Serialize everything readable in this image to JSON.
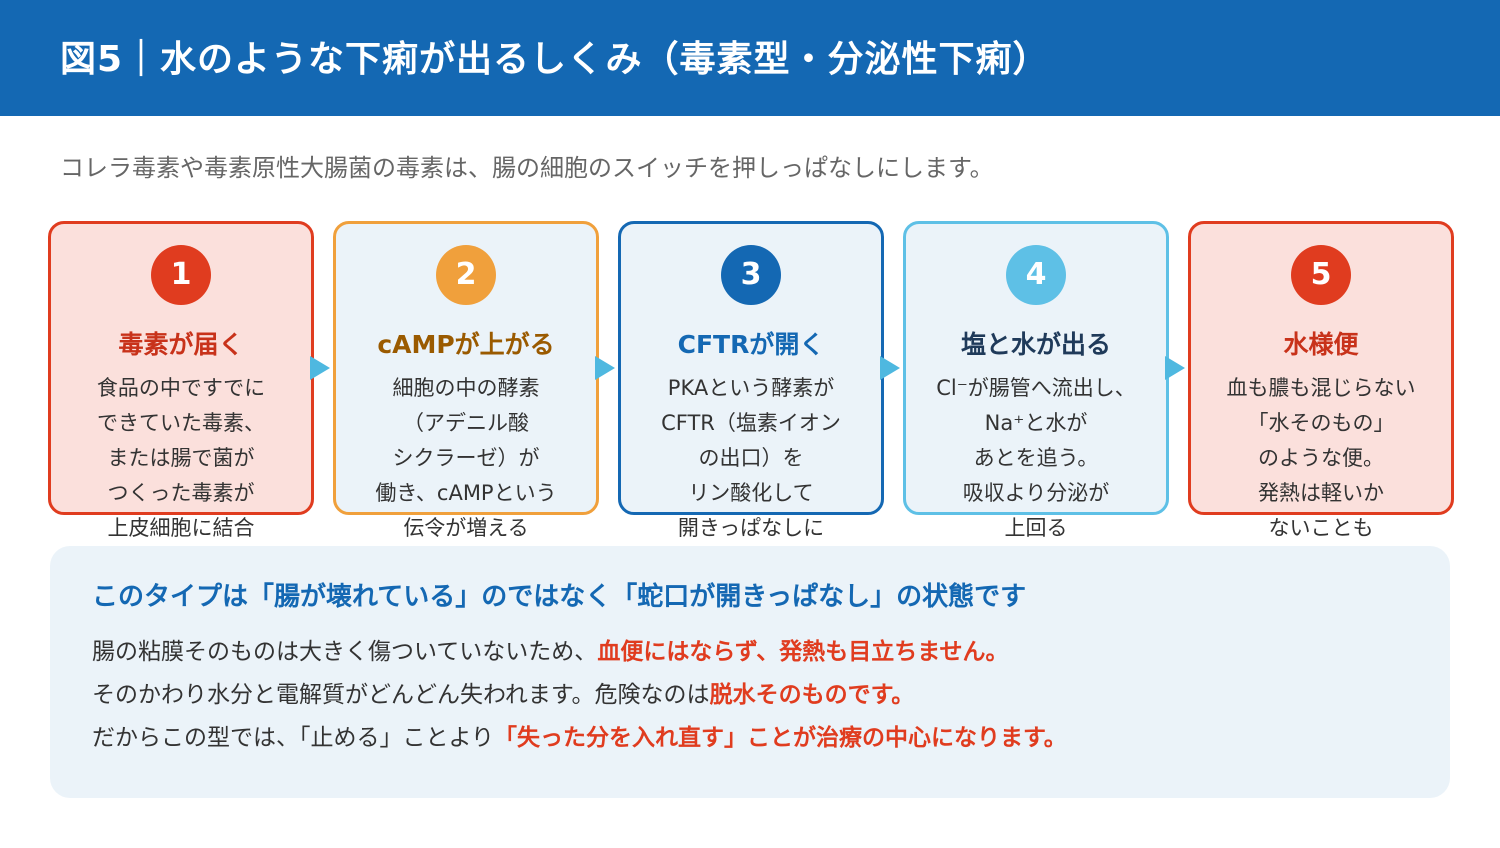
{
  "header": {
    "title": "図5｜水のような下痢が出るしくみ（毒素型・分泌性下痢）",
    "bg_color": "#1468b3"
  },
  "subtitle": "コレラ毒素や毒素原性大腸菌の毒素は、腸の細胞のスイッチを押しっぱなしにします。",
  "steps": [
    {
      "number": "1",
      "title": "毒素が届く",
      "lines": [
        "食品の中ですでに",
        "できていた毒素、",
        "または腸で菌が",
        "つくった毒素が",
        "上皮細胞に結合"
      ],
      "accent": "#e03c1f",
      "title_color": "#c8321a",
      "bg": "#fbe0dc"
    },
    {
      "number": "2",
      "title": "cAMPが上がる",
      "lines": [
        "細胞の中の酵素",
        "（アデニル酸",
        "シクラーゼ）が",
        "働き、cAMPという",
        "伝令が増える"
      ],
      "accent": "#f0a03c",
      "title_color": "#9a5a00",
      "bg": "#ebf3f9"
    },
    {
      "number": "3",
      "title": "CFTRが開く",
      "lines": [
        "PKAという酵素が",
        "CFTR（塩素イオン",
        "の出口）を",
        "リン酸化して",
        "開きっぱなしに"
      ],
      "accent": "#1468b3",
      "title_color": "#1468b3",
      "bg": "#ebf3f9"
    },
    {
      "number": "4",
      "title": "塩と水が出る",
      "lines": [
        "Cl⁻が腸管へ流出し、",
        "Na⁺と水が",
        "あとを追う。",
        "吸収より分泌が",
        "上回る"
      ],
      "accent": "#5ec0e6",
      "title_color": "#1f3a5a",
      "bg": "#ebf3f9"
    },
    {
      "number": "5",
      "title": "水様便",
      "lines": [
        "血も膿も混じらない",
        "「水そのもの」",
        "のような便。",
        "発熱は軽いか",
        "ないことも"
      ],
      "accent": "#e03c1f",
      "title_color": "#c8321a",
      "bg": "#fbe0dc"
    }
  ],
  "arrow_color": "#4eb8e0",
  "note": {
    "title": "このタイプは「腸が壊れている」のではなく「蛇口が開きっぱなし」の状態です",
    "line1_plain": "腸の粘膜そのものは大きく傷ついていないため、",
    "line1_highlight": "血便にはならず、発熱も目立ちません。",
    "line2_plain": "そのかわり水分と電解質がどんどん失われます。危険なのは",
    "line2_highlight": "脱水そのものです。",
    "line3_plain": "だからこの型では、「止める」ことより",
    "line3_highlight": "「失った分を入れ直す」ことが治療の中心になります。",
    "highlight_color": "#e03c1f"
  }
}
